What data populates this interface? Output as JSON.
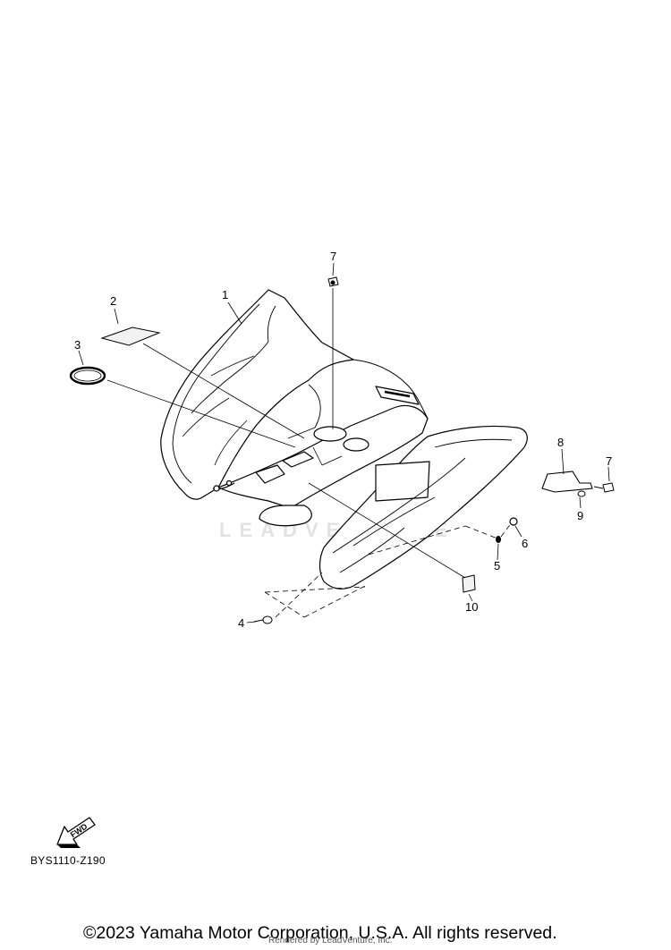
{
  "diagram": {
    "callouts": {
      "c1": "1",
      "c2": "2",
      "c3": "3",
      "c4": "4",
      "c5": "5",
      "c6": "6",
      "c7a": "7",
      "c7b": "7",
      "c8": "8",
      "c9": "9",
      "c10": "10"
    },
    "watermark": "LEADVENTURE",
    "fwd_label": "FWD"
  },
  "footer": {
    "diagram_code": "BYS1110-Z190",
    "copyright": "©2023 Yamaha Motor Corporation, U.S.A. All rights reserved.",
    "rendered_by": "Rendered by LeadVenture, Inc."
  }
}
